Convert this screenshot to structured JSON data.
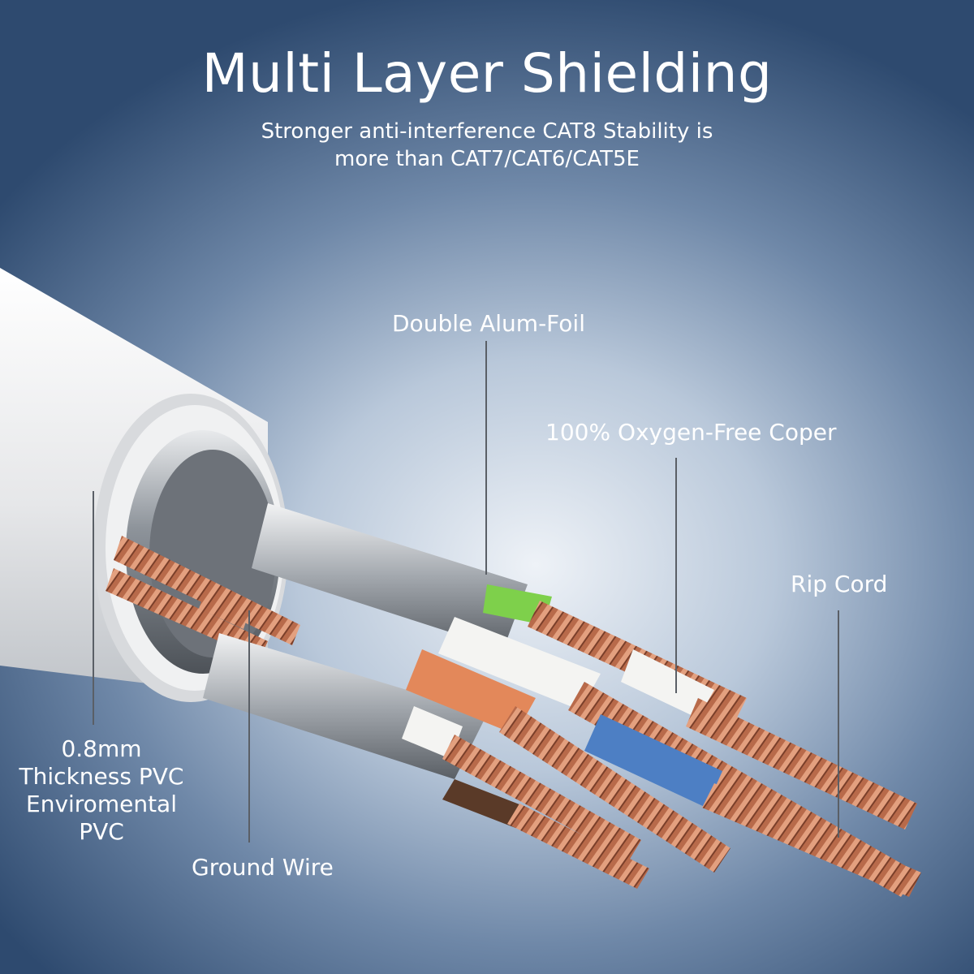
{
  "header": {
    "title": "Multi Layer Shielding",
    "subtitle_line1": "Stronger anti-interference CAT8 Stability is",
    "subtitle_line2": "more than CAT7/CAT6/CAT5E"
  },
  "callouts": {
    "double_foil": "Double Alum-Foil",
    "copper": "100% Oxygen-Free Coper",
    "rip_cord": "Rip Cord",
    "pvc_line1": "0.8mm",
    "pvc_line2": "Thickness PVC",
    "pvc_line3": "Enviromental",
    "pvc_line4": "PVC",
    "ground_wire": "Ground Wire"
  },
  "colors": {
    "background_center": "#eef2f7",
    "background_edge": "#2e4a6f",
    "jacket": "#e9eaec",
    "foil": "#9aa0a7",
    "copper": "#b86a4a",
    "green": "#7ed04b",
    "orange": "#e3885a",
    "blue": "#4d7fc4",
    "brown": "#5a3a28",
    "white_insulation": "#f4f4f2"
  }
}
